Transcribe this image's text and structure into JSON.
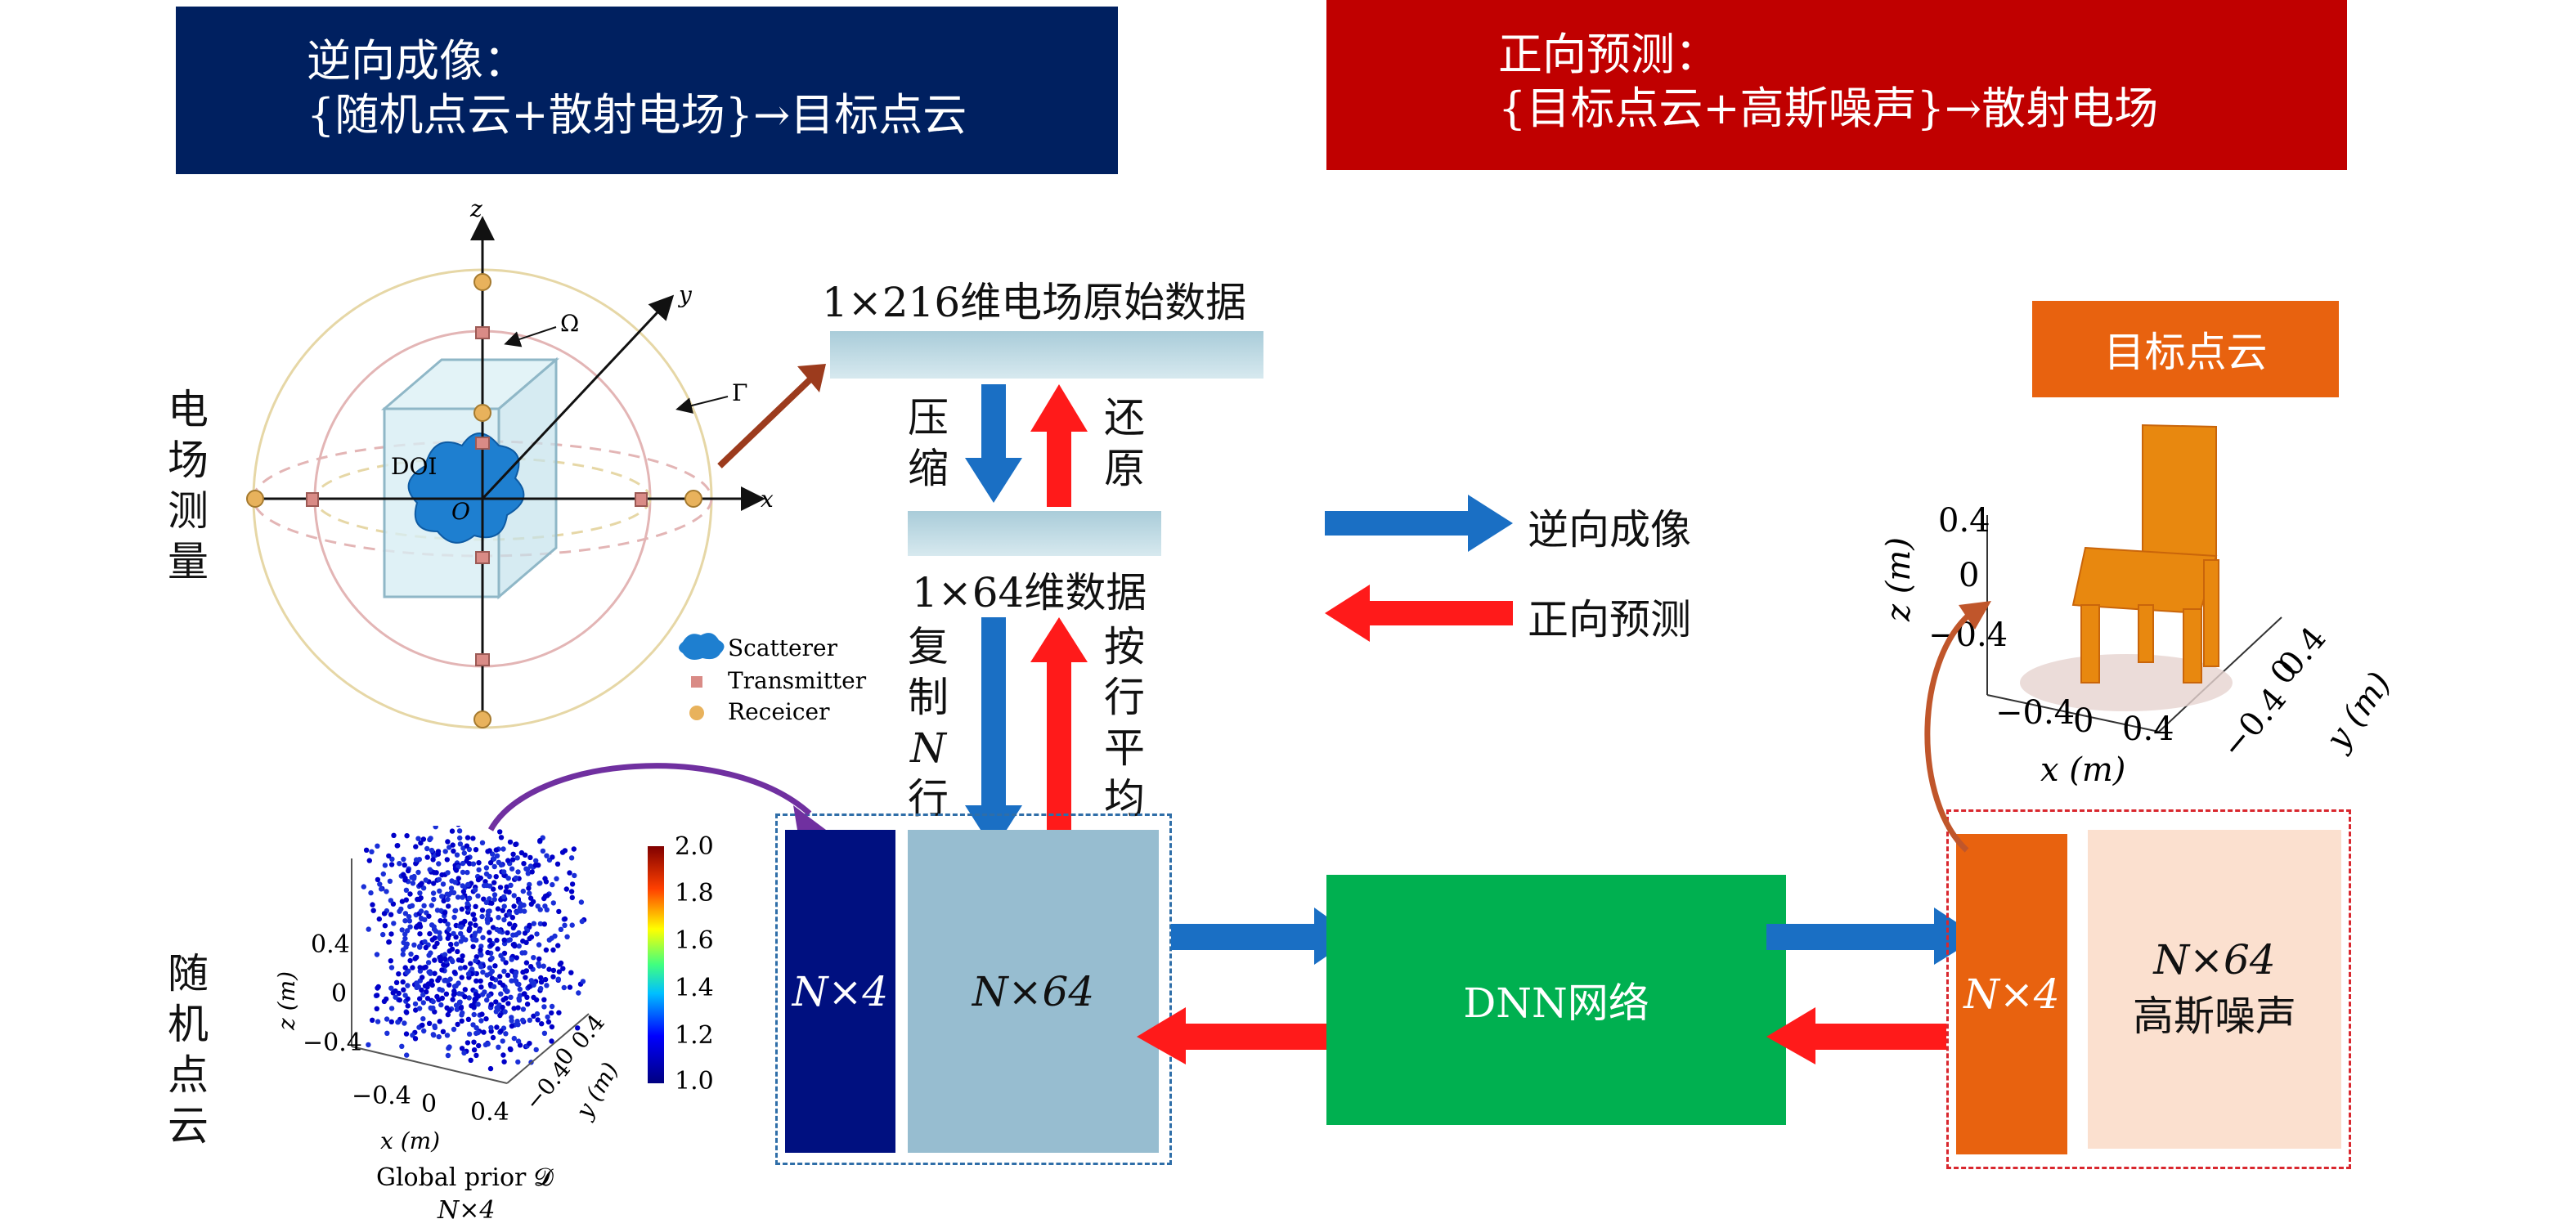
{
  "header_inverse": {
    "line1": "逆向成像：",
    "line2": "{随机点云+散射电场}→目标点云"
  },
  "header_forward": {
    "line1": "正向预测：",
    "line2": "{目标点云+高斯噪声}→散射电场"
  },
  "side_labels": {
    "field_measure": [
      "电",
      "场",
      "测",
      "量"
    ],
    "random_cloud": [
      "随",
      "机",
      "点",
      "云"
    ]
  },
  "measurement_setup": {
    "axes": {
      "x": "x",
      "y": "y",
      "z": "z",
      "origin": "O"
    },
    "doi": "DOI",
    "omega": "Ω",
    "gamma": "Γ",
    "legend": [
      "Scatterer",
      "Transmitter",
      "Receicer"
    ],
    "colors": {
      "scatterer": "#1e7fd0",
      "transmitter": "#d98b86",
      "receiver": "#e8b25c"
    }
  },
  "data_flow": {
    "raw_title": "1×216维电场原始数据",
    "compress_label": [
      "压",
      "缩"
    ],
    "restore_label": [
      "还",
      "原"
    ],
    "reduced_title": "1×64维数据",
    "copy_label": [
      "复",
      "制",
      "N",
      "行"
    ],
    "average_label": [
      "按",
      "行",
      "平",
      "均"
    ]
  },
  "legend": {
    "inverse": "逆向成像",
    "forward": "正向预测",
    "inverse_color": "#1a6fc4",
    "forward_color": "#ff1a1a"
  },
  "input_block": {
    "n4": "N×4",
    "n64": "N×64"
  },
  "dnn": {
    "label": "DNN网络",
    "color": "#00b050"
  },
  "output_block": {
    "n4": "N×4",
    "n64": "N×64",
    "noise": "高斯噪声"
  },
  "target_cloud": {
    "title": "目标点云",
    "z_label": "z (m)",
    "x_label": "x (m)",
    "y_label": "y (m)",
    "z_ticks": [
      "0.4",
      "0",
      "−0.4"
    ],
    "x_ticks": [
      "−0.4",
      "0",
      "0.4"
    ],
    "y_ticks": [
      "−0.4",
      "0",
      "0.4"
    ]
  },
  "random_cloud": {
    "z_label": "z (m)",
    "x_label": "x (m)",
    "y_label": "y (m)",
    "z_ticks": [
      "0.4",
      "0",
      "−0.4"
    ],
    "x_ticks": [
      "−0.4",
      "0",
      "0.4"
    ],
    "y_ticks": [
      "−0.4",
      "0",
      "0.4"
    ],
    "colorbar_ticks": [
      "2.0",
      "1.8",
      "1.6",
      "1.4",
      "1.2",
      "1.0"
    ],
    "caption": "Global prior 𝓓",
    "caption2": "N×4"
  }
}
